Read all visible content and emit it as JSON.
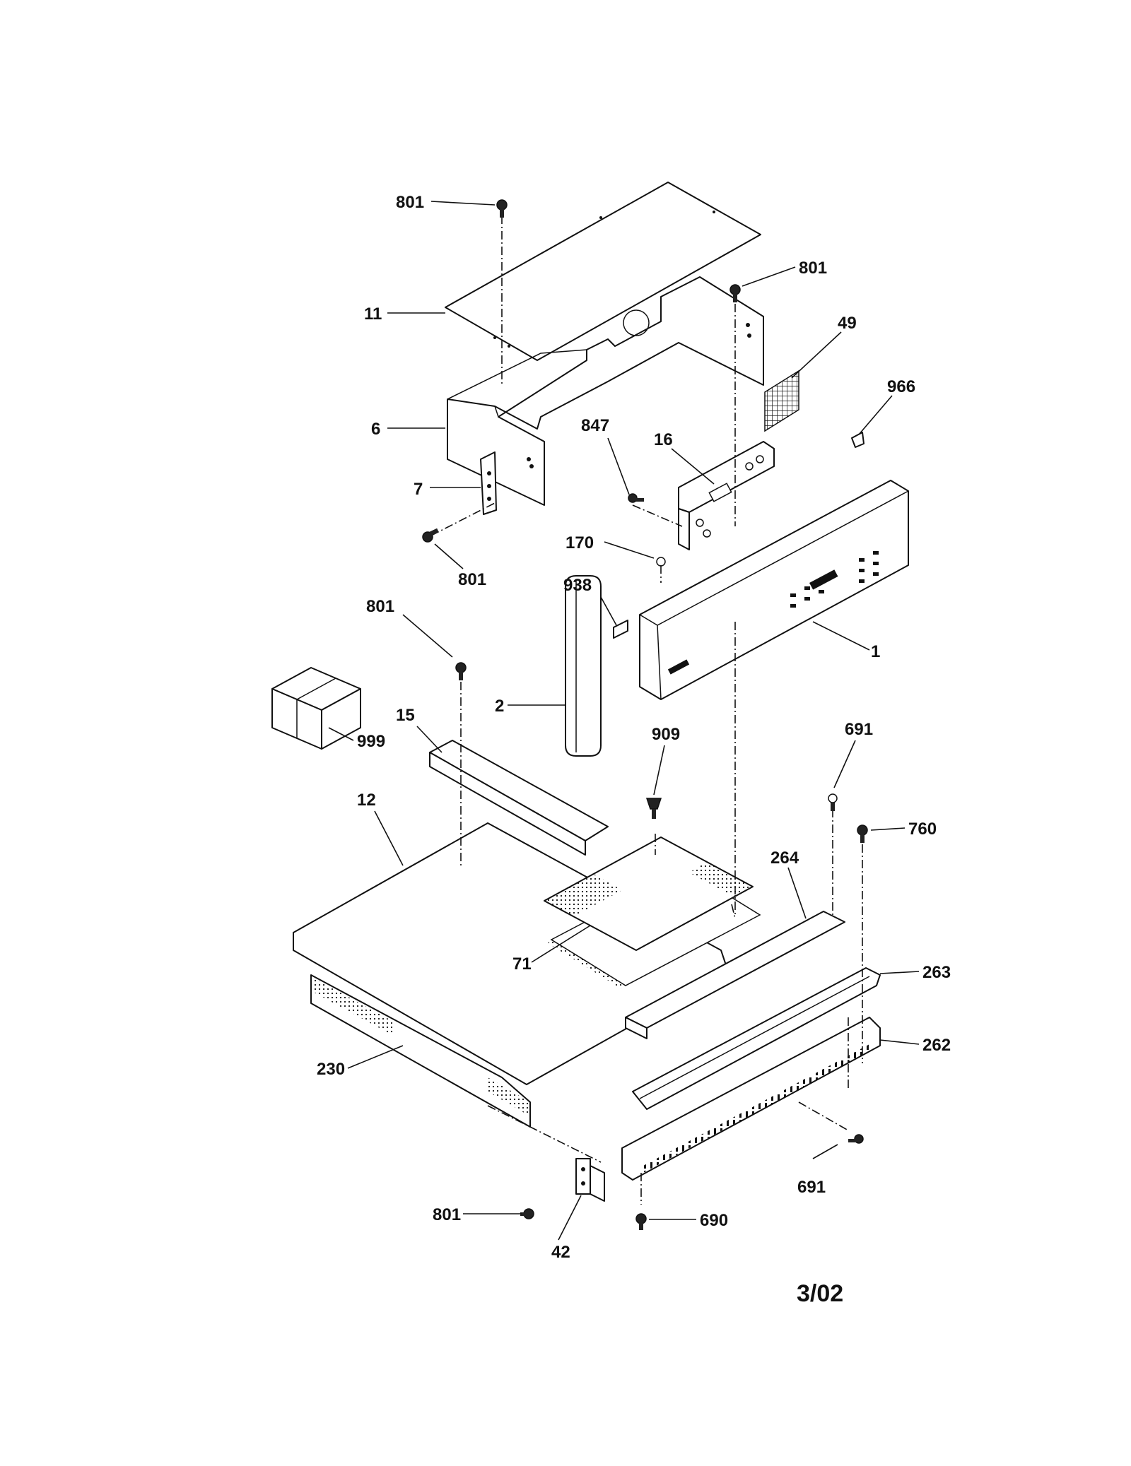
{
  "diagram": {
    "date_code": "3/02",
    "labels": {
      "p801_top": "801",
      "p11": "11",
      "p801_right": "801",
      "p49": "49",
      "p966": "966",
      "p6": "6",
      "p847": "847",
      "p16": "16",
      "p7": "7",
      "p801_mid": "801",
      "p170": "170",
      "p938": "938",
      "p801_left": "801",
      "p1": "1",
      "p2": "2",
      "p15": "15",
      "p999": "999",
      "p691_top": "691",
      "p909": "909",
      "p760": "760",
      "p12": "12",
      "p264": "264",
      "p71": "71",
      "p263": "263",
      "p262": "262",
      "p230": "230",
      "p691_bottom": "691",
      "p801_bottom": "801",
      "p690": "690",
      "p42": "42"
    }
  }
}
